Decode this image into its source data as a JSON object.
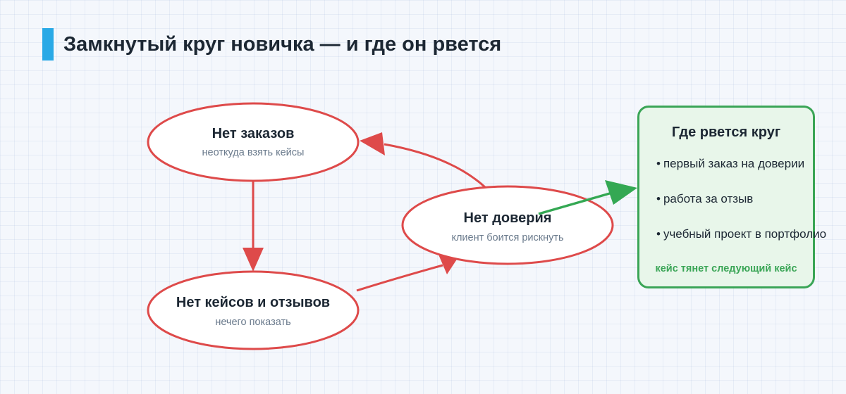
{
  "title": "Замкнутый круг новичка — и где он рвется",
  "colors": {
    "accent": "#29a9e6",
    "cycle": "#de4a4a",
    "break": "#34a853",
    "text": "#1c2733",
    "subtext": "#6a7a8c"
  },
  "cycle": {
    "nodes": [
      {
        "title": "Нет заказов",
        "subtitle": "неоткуда взять кейсы"
      },
      {
        "title": "Нет кейсов и отзывов",
        "subtitle": "нечего показать"
      },
      {
        "title": "Нет доверия",
        "subtitle": "клиент боится рискнуть"
      }
    ],
    "arrows": [
      {
        "from": "Нет заказов",
        "to": "Нет кейсов и отзывов"
      },
      {
        "from": "Нет кейсов и отзывов",
        "to": "Нет доверия"
      },
      {
        "from": "Нет доверия",
        "to": "Нет заказов"
      }
    ]
  },
  "break_panel": {
    "title": "Где рвется круг",
    "items": [
      "первый заказ на доверии",
      "работа за отзыв",
      "учебный проект в портфолио"
    ],
    "note": "кейс тянет следующий кейс"
  }
}
